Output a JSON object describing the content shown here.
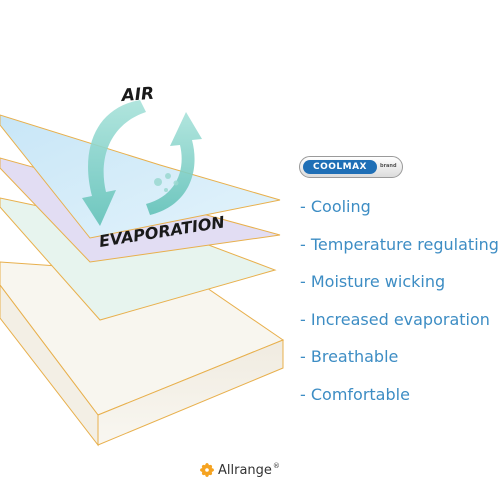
{
  "diagram": {
    "air_label": "AIR",
    "evaporation_label": "EVAPORATION"
  },
  "badge": {
    "label": "COOLMAX",
    "sub": "brand",
    "icon": "coolmax-logo-icon"
  },
  "features": [
    "- Cooling",
    "- Temperature regulating",
    "- Moisture wicking",
    "- Increased evaporation",
    "- Breathable",
    "- Comfortable"
  ],
  "brand": {
    "name": "Allrange",
    "mark": "®",
    "icon": "flower-logo-icon"
  },
  "colors": {
    "top_layer": "#cfe9f7",
    "second_layer": "#e1dcf3",
    "third_layer": "#e6f4ec",
    "foam_layer": "#f7f4ec",
    "edge": "#e8b04d",
    "arrow": "#86d4cc",
    "text_accent": "#3d8dc4",
    "flower": "#f5a321"
  }
}
